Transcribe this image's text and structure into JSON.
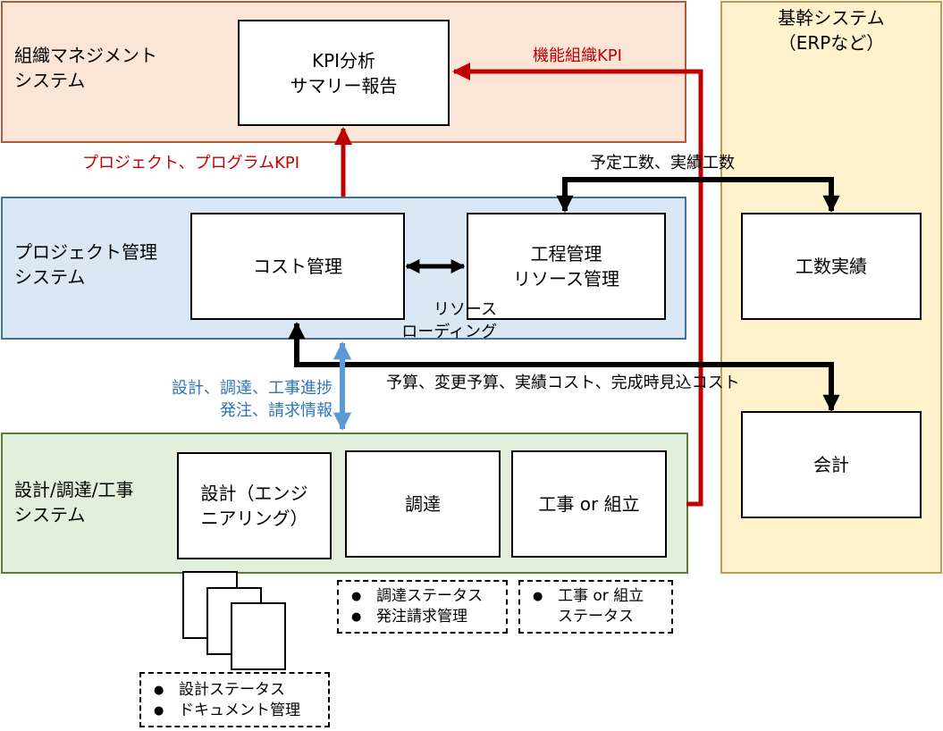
{
  "regions": {
    "org": {
      "title": "組織マネジメント\nシステム",
      "fill": "#fbe5d6",
      "border": "#b4583a"
    },
    "erp": {
      "title": "基幹システム\n（ERPなど）",
      "fill": "#fff2cc",
      "border": "#c39a4b"
    },
    "pm": {
      "title": "プロジェクト管理\nシステム",
      "fill": "#dae8f5",
      "border": "#41719c"
    },
    "epc": {
      "title": "設計/調達/工事\nシステム",
      "fill": "#e2efda",
      "border": "#5a7d3b"
    }
  },
  "boxes": {
    "kpi": "KPI分析\nサマリー報告",
    "cost": "コスト管理",
    "schedule": "工程管理\nリソース管理",
    "manhours": "工数実績",
    "accounting": "会計",
    "design": "設計（エンジ\nニアリング）",
    "procurement": "調達",
    "construction": "工事 or 組立"
  },
  "labels": {
    "functional_kpi": "機能組織KPI",
    "project_kpi": "プロジェクト、プログラムKPI",
    "manhours_flow": "予定工数、実績工数",
    "resource_loading": "リソース\nローディング",
    "cost_flow": "予算、変更予算、実績コスト、完成時見込コスト",
    "epc_flow": "設計、調達、工事進捗\n発注、請求情報"
  },
  "notes": {
    "procurement": [
      "調達ステータス",
      "発注請求管理"
    ],
    "construction": [
      "工事 or 組立\nステータス"
    ],
    "design": [
      "設計ステータス",
      "ドキュメント管理"
    ]
  },
  "colors": {
    "kpi_red": "#c00000",
    "blue": "#5b9bd5",
    "black": "#000000"
  }
}
